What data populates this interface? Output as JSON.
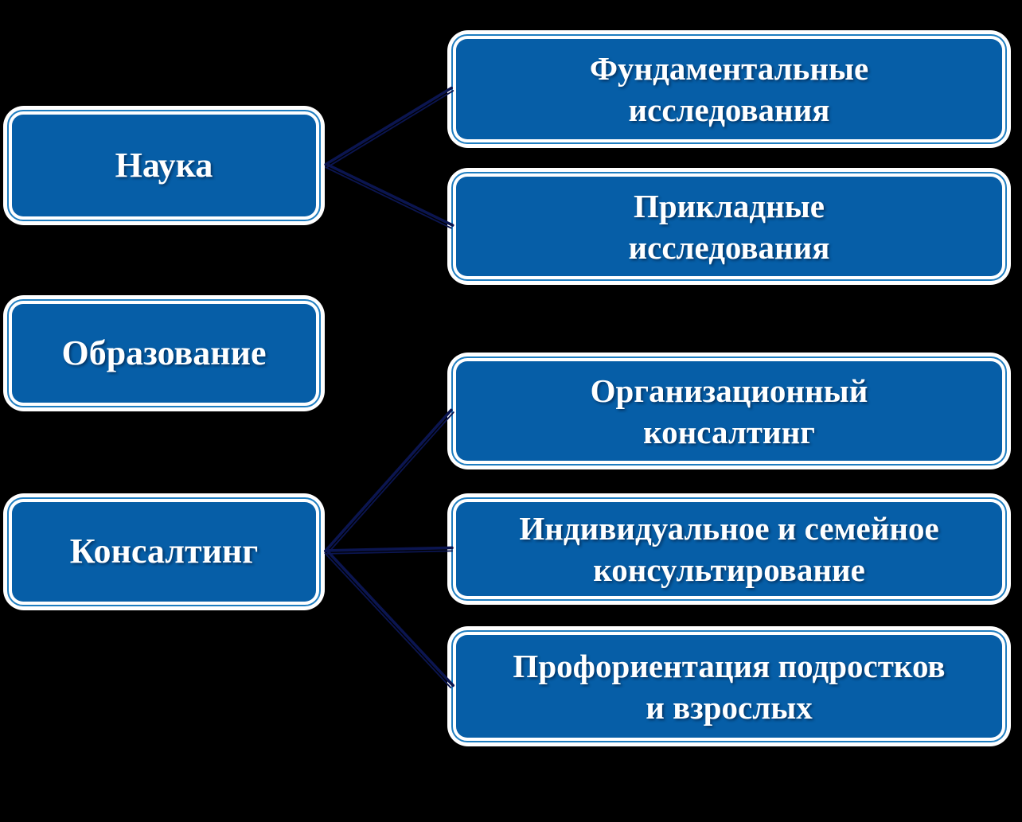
{
  "colors": {
    "background": "#000000",
    "box_fill": "#065EA7",
    "box_border": "#FFFFFF",
    "box_pinstripe": "#1E7DC0",
    "connector": "#0B1550",
    "label_text": "#FFFFFF"
  },
  "nodes": {
    "science": {
      "label": "Наука"
    },
    "education": {
      "label": "Образование"
    },
    "consulting": {
      "label": "Консалтинг"
    },
    "fundamental": {
      "label": "Фундаментальные\nисследования"
    },
    "applied": {
      "label": "Прикладные\nисследования"
    },
    "org": {
      "label": "Организационный\nконсалтинг"
    },
    "individual": {
      "label": "Индивидуальное и семейное\nконсультирование"
    },
    "career": {
      "label": "Профориентация подростков\nи взрослых"
    }
  },
  "connections": [
    {
      "from": "science",
      "to": "fundamental"
    },
    {
      "from": "science",
      "to": "applied"
    },
    {
      "from": "consulting",
      "to": "org"
    },
    {
      "from": "consulting",
      "to": "individual"
    },
    {
      "from": "consulting",
      "to": "career"
    }
  ]
}
